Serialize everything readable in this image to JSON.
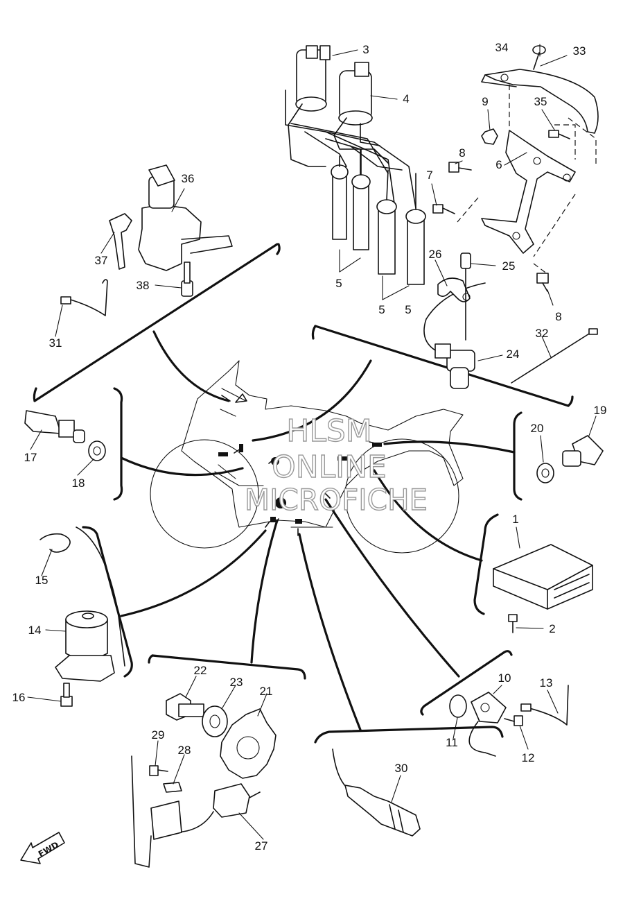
{
  "callouts": [
    "1",
    "2",
    "3",
    "4",
    "5",
    "5",
    "5",
    "6",
    "7",
    "8",
    "8",
    "9",
    "10",
    "11",
    "12",
    "13",
    "14",
    "15",
    "16",
    "17",
    "18",
    "19",
    "20",
    "21",
    "22",
    "23",
    "24",
    "25",
    "26",
    "27",
    "28",
    "29",
    "30",
    "31",
    "32",
    "33",
    "34",
    "35",
    "36",
    "37",
    "38"
  ],
  "watermark": {
    "line1": "HLSM",
    "line2": "ONLINE",
    "line3": "MICROFICHE"
  },
  "direction_arrow": {
    "label": "FWD"
  }
}
